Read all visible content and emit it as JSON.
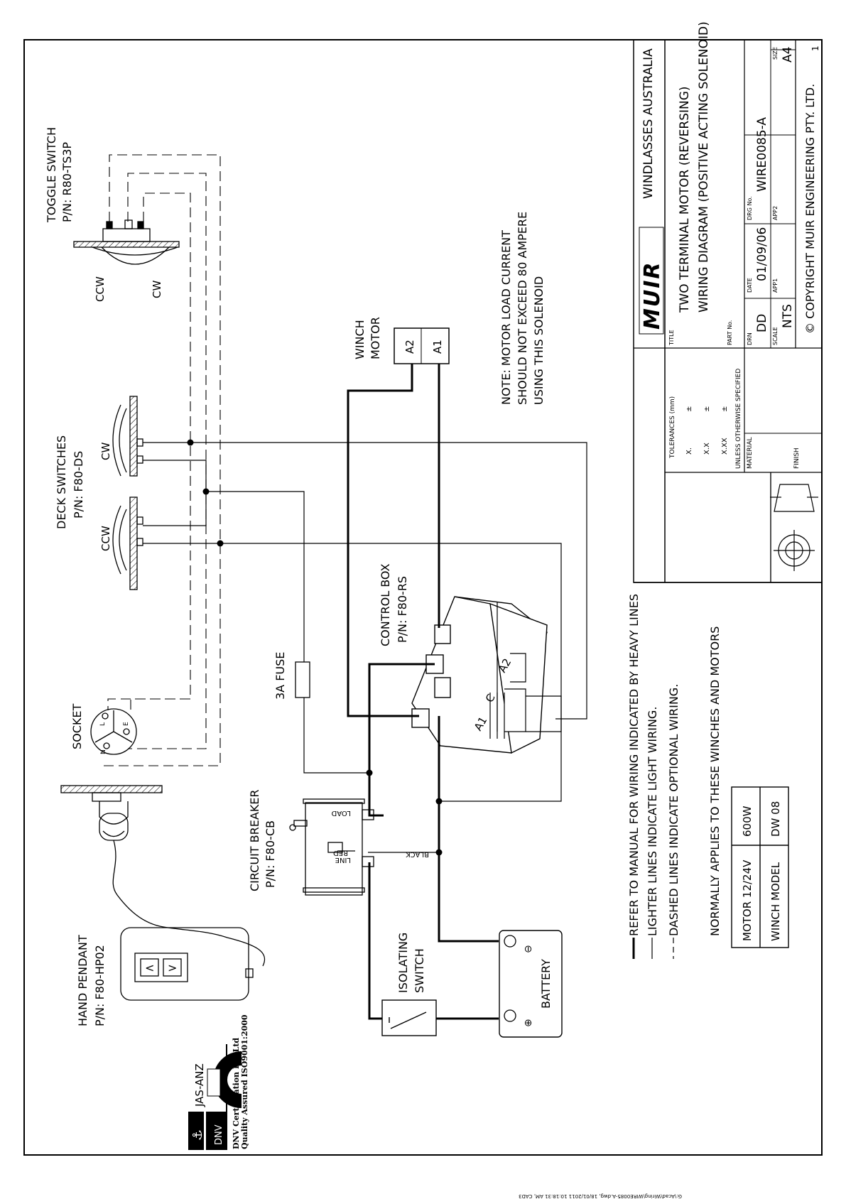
{
  "company": "WINDLASSES AUSTRALIA",
  "brand_logo": "MUIR",
  "title_block": {
    "title_label": "TITLE",
    "title_line1": "TWO TERMINAL MOTOR  (REVERSING)",
    "title_line2": "WIRING DIAGRAM (POSITIVE ACTING SOLENOID)",
    "part_no_label": "PART No.",
    "drn_label": "DRN",
    "drn": "DD",
    "date_label": "DATE",
    "date": "01/09/06",
    "drg_no_label": "DRG No.",
    "drg_no": "WIRE0085-A",
    "scale_label": "SCALE",
    "scale": "NTS",
    "app1_label": "APP1",
    "app2_label": "APP2",
    "size_label": "SIZE",
    "size": "A4",
    "copyright": "© COPYRIGHT MUIR ENGINEERING PTY. LTD.",
    "sheet": "1",
    "tolerances_label": "TOLERANCES (mm)",
    "tol_rows": [
      "X.",
      "X.X",
      "X.XX"
    ],
    "tol_sign": "±",
    "unless": "UNLESS OTHERWISE SPECIFIED",
    "material_label": "MATERIAL",
    "finish_label": "FINISH"
  },
  "components": {
    "toggle_switch": "TOGGLE SWITCH",
    "toggle_pn": "P/N: R80-TS3P",
    "ccw": "CCW",
    "cw": "CW",
    "deck_switches": "DECK SWITCHES",
    "deck_pn": "P/N: F80-DS",
    "winch_motor_1": "WINCH",
    "winch_motor_2": "MOTOR",
    "a2": "A2",
    "a1": "A1",
    "c": "C",
    "socket": "SOCKET",
    "socket_l": "L",
    "socket_e": "E",
    "socket_n": "N",
    "hand_pendant": "HAND PENDANT",
    "pendant_pn": "P/N: F80-HP02",
    "circuit_breaker": "CIRCUIT BREAKER",
    "cb_pn": "P/N: F80-CB",
    "load": "LOAD",
    "line": "LINE",
    "red": "RED",
    "black": "BLACK",
    "fuse": "3A FUSE",
    "control_box": "CONTROL BOX",
    "control_pn": "P/N: F80-RS",
    "isolating_1": "ISOLATING",
    "isolating_2": "SWITCH",
    "battery": "BATTERY",
    "minus": "⊖",
    "plus": "⊕"
  },
  "note": {
    "line1": "NOTE: MOTOR LOAD CURRENT",
    "line2": "SHOULD NOT EXCEED 80 AMPERE",
    "line3": "USING THIS SOLENOID"
  },
  "legend": {
    "heavy": "REFER TO MANUAL FOR WIRING INDICATED BY HEAVY LINES",
    "light": "LIGHTER LINES INDICATE LIGHT WIRING.",
    "dashed": "DASHED LINES INDICATE OPTIONAL WIRING.",
    "applies": "NORMALLY APPLIES TO THESE WINCHES AND MOTORS"
  },
  "model_table": {
    "motor_label": "MOTOR 12/24V",
    "motor_value": "600W",
    "winch_label": "WINCH MODEL",
    "winch_value": "DW 08"
  },
  "certification": {
    "jas": "JAS-ANZ",
    "dnv": "DNV",
    "line1": "DNV Certification Pty Ltd",
    "line2": "Quality Assured ISO9001:2000"
  },
  "file_path": "G:\\Acad\\Wiring\\WIRE0085-A.dwg, 18/01/2011 10:18:31 AM, CAD3"
}
